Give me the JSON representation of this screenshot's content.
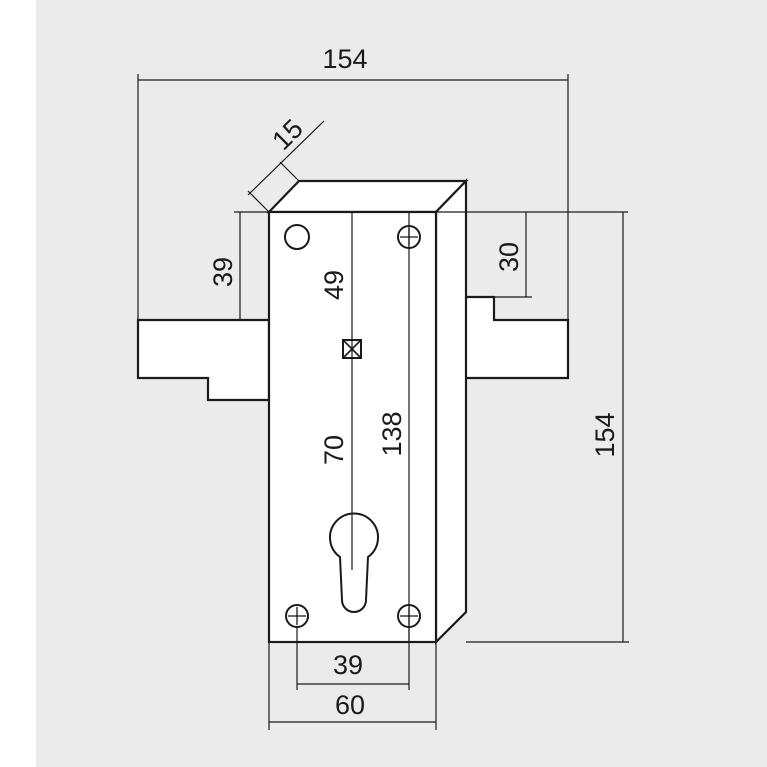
{
  "colors": {
    "background": "#ebebeb",
    "outer_margin": "#ffffff",
    "lock_face": "#ffffff",
    "outline": "#1a1a1a"
  },
  "dimensions": {
    "overall_width": "154",
    "angled_depth": "15",
    "left_bolt_offset": "39",
    "spindle_from_top": "49",
    "spindle_to_cylinder": "70",
    "screw_hole_spacing_vertical": "138",
    "right_bolt_offset": "30",
    "overall_height": "154",
    "screw_hole_spacing_horizontal": "39",
    "case_width": "60"
  }
}
